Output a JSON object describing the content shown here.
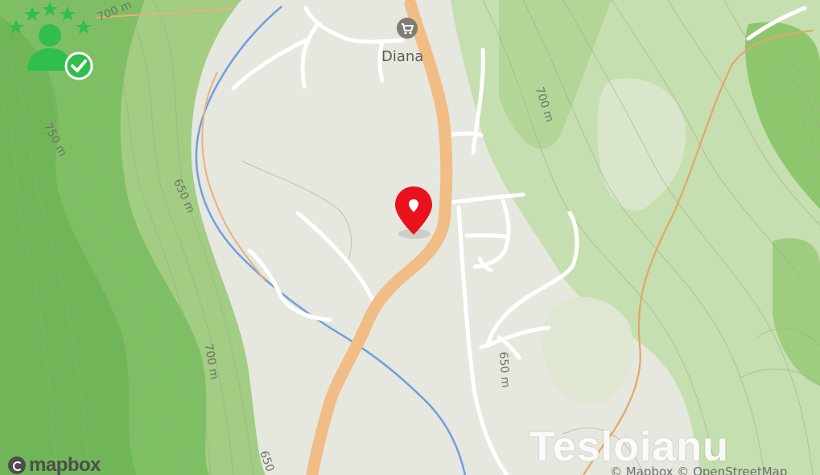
{
  "map": {
    "pin_icon": "map-pin-icon",
    "poi": {
      "name": "Diana",
      "icon": "shopping-cart-icon",
      "icon_color": "#7b7d76"
    },
    "contour_labels": [
      {
        "id": "c700-topleft",
        "text": "700 m"
      },
      {
        "id": "c750",
        "text": "750 m"
      },
      {
        "id": "c650-left",
        "text": "650 m"
      },
      {
        "id": "c700-right",
        "text": "700 m"
      },
      {
        "id": "c700-lower",
        "text": "700 m"
      },
      {
        "id": "c650-center",
        "text": "650 m"
      },
      {
        "id": "c650-bottom",
        "text": "650"
      }
    ],
    "colors": {
      "land": "#e8e8e2",
      "forest": "#9fcf7f",
      "forest_dark": "#6cb753",
      "road_main": "#f5c28a",
      "road_minor": "#ffffff",
      "river": "#6f9fe0",
      "pin": "#e8121c"
    }
  },
  "logo": {
    "text": "mapbox"
  },
  "attribution": {
    "text": "© Mapbox © OpenStreetMap"
  },
  "watermark": {
    "text": "Tesloianu",
    "color": "#2fbf4a"
  }
}
